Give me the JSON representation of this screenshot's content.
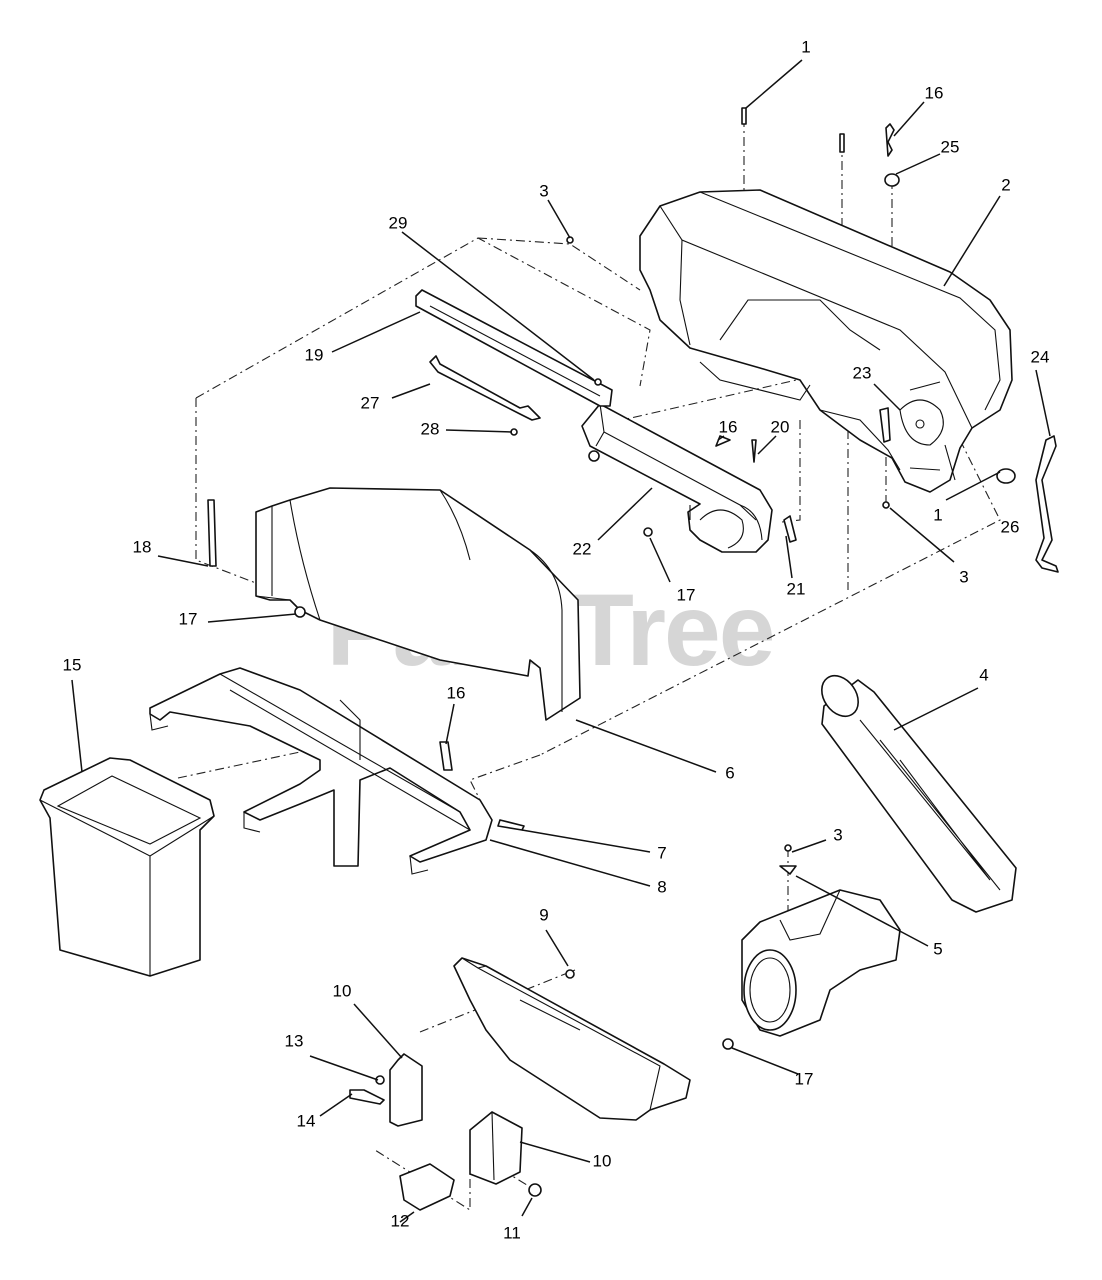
{
  "watermark": "PartsTree",
  "callouts": [
    {
      "id": "c1a",
      "label": "1"
    },
    {
      "id": "c16a",
      "label": "16"
    },
    {
      "id": "c25",
      "label": "25"
    },
    {
      "id": "c2",
      "label": "2"
    },
    {
      "id": "c3a",
      "label": "3"
    },
    {
      "id": "c29",
      "label": "29"
    },
    {
      "id": "c19",
      "label": "19"
    },
    {
      "id": "c27",
      "label": "27"
    },
    {
      "id": "c28",
      "label": "28"
    },
    {
      "id": "c24",
      "label": "24"
    },
    {
      "id": "c23",
      "label": "23"
    },
    {
      "id": "c16b",
      "label": "16"
    },
    {
      "id": "c20",
      "label": "20"
    },
    {
      "id": "c1b",
      "label": "1"
    },
    {
      "id": "c26",
      "label": "26"
    },
    {
      "id": "c22",
      "label": "22"
    },
    {
      "id": "c18",
      "label": "18"
    },
    {
      "id": "c17a",
      "label": "17"
    },
    {
      "id": "c21",
      "label": "21"
    },
    {
      "id": "c3b",
      "label": "3"
    },
    {
      "id": "c17b",
      "label": "17"
    },
    {
      "id": "c15",
      "label": "15"
    },
    {
      "id": "c4",
      "label": "4"
    },
    {
      "id": "c16c",
      "label": "16"
    },
    {
      "id": "c6",
      "label": "6"
    },
    {
      "id": "c7",
      "label": "7"
    },
    {
      "id": "c8",
      "label": "8"
    },
    {
      "id": "c3c",
      "label": "3"
    },
    {
      "id": "c5",
      "label": "5"
    },
    {
      "id": "c9",
      "label": "9"
    },
    {
      "id": "c10a",
      "label": "10"
    },
    {
      "id": "c13",
      "label": "13"
    },
    {
      "id": "c14",
      "label": "14"
    },
    {
      "id": "c17c",
      "label": "17"
    },
    {
      "id": "c10b",
      "label": "10"
    },
    {
      "id": "c12",
      "label": "12"
    },
    {
      "id": "c11",
      "label": "11"
    }
  ]
}
